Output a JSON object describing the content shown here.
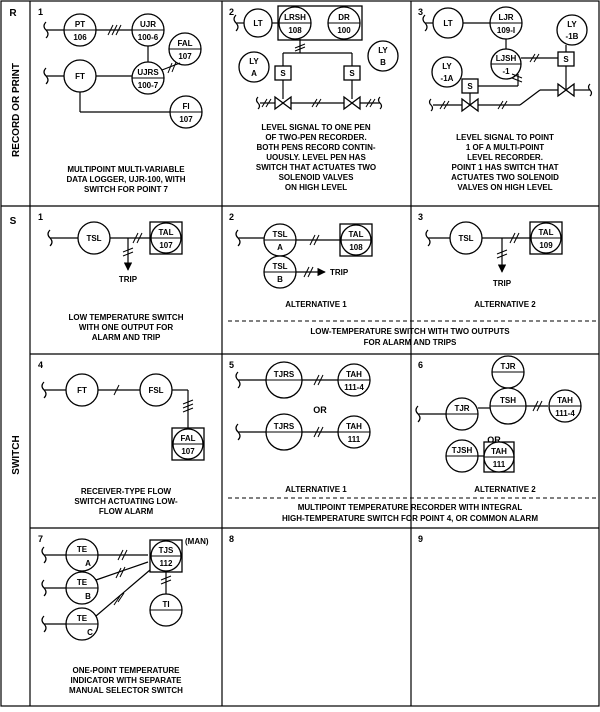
{
  "rows": {
    "r_letter": "R",
    "r_label": "RECORD OR PRINT",
    "s_letter": "S",
    "s_label": "SWITCH"
  },
  "r1": {
    "num": "1",
    "pt_tag": "PT",
    "pt_loop": "106",
    "ujr_tag": "UJR",
    "ujr_loop": "100-6",
    "fal_tag": "FAL",
    "fal_loop": "107",
    "ft_tag": "FT",
    "ujrs_tag": "UJRS",
    "ujrs_loop": "100-7",
    "fi_tag": "FI",
    "fi_loop": "107",
    "caption": [
      "MULTIPOINT MULTI-VARIABLE",
      "DATA LOGGER, UJR-100, WITH",
      "SWITCH FOR POINT 7"
    ]
  },
  "r2": {
    "num": "2",
    "lt_tag": "LT",
    "lrsh_tag": "LRSH",
    "lrsh_loop": "108",
    "dr_tag": "DR",
    "dr_loop": "100",
    "lya_tag": "LY",
    "lya_suffix": "A",
    "lyb_tag": "LY",
    "lyb_suffix": "B",
    "s_label": "S",
    "caption": [
      "LEVEL SIGNAL TO ONE PEN",
      "OF TWO-PEN RECORDER.",
      "BOTH PENS RECORD CONTIN-",
      "UOUSLY. LEVEL PEN HAS",
      "SWITCH THAT ACTUATES TWO",
      "SOLENOID VALVES",
      "ON HIGH LEVEL"
    ]
  },
  "r3": {
    "num": "3",
    "lt_tag": "LT",
    "ljr_tag": "LJR",
    "ljr_loop": "109-I",
    "ly1b_tag": "LY",
    "ly1b_suffix": "-1B",
    "ljsh_tag": "LJSH",
    "ljsh_loop": "-1",
    "ly1a_tag": "LY",
    "ly1a_suffix": "-1A",
    "s_label": "S",
    "caption": [
      "LEVEL SIGNAL TO POINT",
      "1 OF A MULTI-POINT",
      "LEVEL RECORDER.",
      "POINT 1 HAS SWITCH THAT",
      "ACTUATES TWO SOLENOID",
      "VALVES ON HIGH LEVEL"
    ]
  },
  "s1": {
    "num": "1",
    "tsl_tag": "TSL",
    "tal_tag": "TAL",
    "tal_loop": "107",
    "trip": "TRIP",
    "caption": [
      "LOW TEMPERATURE SWITCH",
      "WITH ONE OUTPUT FOR",
      "ALARM AND TRIP"
    ]
  },
  "s2": {
    "num": "2",
    "tsla_tag": "TSL",
    "tsla_suffix": "A",
    "tal_tag": "TAL",
    "tal_loop": "108",
    "tslb_tag": "TSL",
    "tslb_suffix": "B",
    "trip": "TRIP",
    "caption": "ALTERNATIVE 1"
  },
  "s3": {
    "num": "3",
    "tsl_tag": "TSL",
    "tal_tag": "TAL",
    "tal_loop": "109",
    "trip": "TRIP",
    "caption": "ALTERNATIVE 2"
  },
  "s23_shared": [
    "LOW-TEMPERATURE SWITCH WITH TWO OUTPUTS",
    "FOR ALARM AND TRIPS"
  ],
  "s4": {
    "num": "4",
    "ft_tag": "FT",
    "fsl_tag": "FSL",
    "fal_tag": "FAL",
    "fal_loop": "107",
    "caption": [
      "RECEIVER-TYPE FLOW",
      "SWITCH ACTUATING LOW-",
      "FLOW ALARM"
    ]
  },
  "s5": {
    "num": "5",
    "tjrs1_tag": "TJRS",
    "tah1_tag": "TAH",
    "tah1_loop": "111-4",
    "or": "OR",
    "tjrs2_tag": "TJRS",
    "tah2_tag": "TAH",
    "tah2_loop": "111",
    "caption": "ALTERNATIVE 1"
  },
  "s6": {
    "num": "6",
    "tjr1_tag": "TJR",
    "tjr2_tag": "TJR",
    "tsh_tag": "TSH",
    "tah1_tag": "TAH",
    "tah1_loop": "111-4",
    "or": "OR",
    "tjsh_tag": "TJSH",
    "tah2_tag": "TAH",
    "tah2_loop": "111",
    "caption": "ALTERNATIVE 2"
  },
  "s56_shared": [
    "MULTIPOINT TEMPERATURE RECORDER WITH INTEGRAL",
    "HIGH-TEMPERATURE SWITCH FOR POINT 4, OR COMMON ALARM"
  ],
  "s7": {
    "num": "7",
    "tea_tag": "TE",
    "tea_suffix": "A",
    "teb_tag": "TE",
    "teb_suffix": "B",
    "tec_tag": "TE",
    "tec_suffix": "C",
    "tjs_tag": "TJS",
    "tjs_loop": "112",
    "man": "(MAN)",
    "ti_tag": "TI",
    "caption": [
      "ONE-POINT TEMPERATURE",
      "INDICATOR WITH SEPARATE",
      "MANUAL SELECTOR SWITCH"
    ]
  },
  "s8": {
    "num": "8"
  },
  "s9": {
    "num": "9"
  }
}
